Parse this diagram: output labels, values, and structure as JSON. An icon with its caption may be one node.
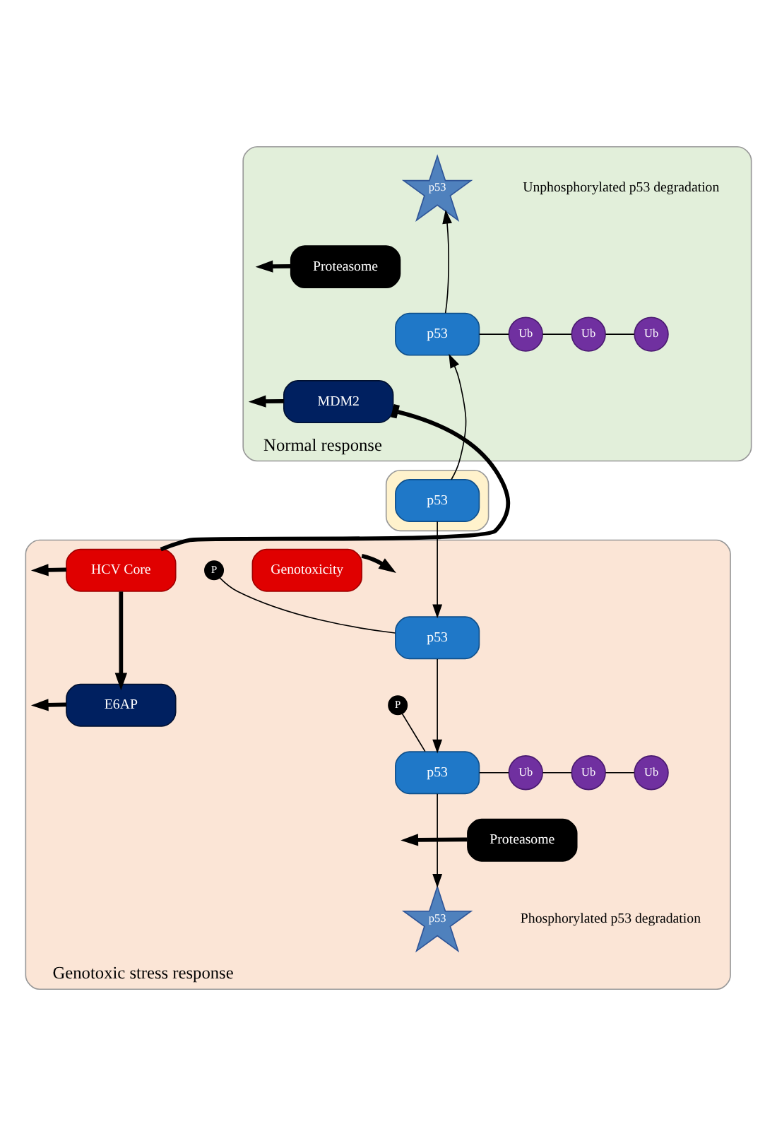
{
  "diagram": {
    "nodes": [
      {
        "text": [
          "Normal response"
        ]
      },
      {
        "text": [
          "p53"
        ],
        "in": 0,
        "beside": [
          "Unphosphorylated p53 degradation"
        ]
      },
      {
        "text": [
          "Proteasome"
        ],
        "in": 0
      },
      {
        "text": [
          "p53"
        ],
        "in": 0
      },
      {
        "text": [
          "Ub"
        ],
        "in": 0
      },
      {
        "text": [
          "Ub"
        ],
        "in": 0
      },
      {
        "text": [
          "Ub"
        ],
        "in": 0
      },
      {
        "text": [
          "MDM2"
        ],
        "in": 0
      },
      {
        "text": [],
        "shape": "band"
      },
      {
        "text": [
          "p53"
        ],
        "in": 8
      },
      {
        "text": [
          "Genotoxic stress response"
        ]
      },
      {
        "text": [
          "Genotoxicity"
        ],
        "in": 10
      },
      {
        "text": [
          "HCV Core"
        ],
        "in": 10
      },
      {
        "text": [
          "P"
        ],
        "in": 10
      },
      {
        "text": [
          "p53"
        ],
        "in": 10
      },
      {
        "text": [
          "E6AP"
        ],
        "in": 10
      },
      {
        "text": [
          "P"
        ],
        "in": 10
      },
      {
        "text": [
          "p53"
        ],
        "in": 10
      },
      {
        "text": [
          "Ub"
        ],
        "in": 10
      },
      {
        "text": [
          "Ub"
        ],
        "in": 10
      },
      {
        "text": [
          "Ub"
        ],
        "in": 10
      },
      {
        "text": [
          "Proteasome"
        ],
        "in": 10
      },
      {
        "text": [
          "p53"
        ],
        "in": 10,
        "beside": [
          "Phosphorylated p53 degradation"
        ]
      }
    ],
    "edges": [
      {
        "from": 3,
        "to": 1,
        "arrow": "to"
      },
      {
        "from": 2,
        "to": null,
        "arrow": "to",
        "style": "thick"
      },
      {
        "from": 3,
        "to": 4,
        "arrow": "none"
      },
      {
        "from": 4,
        "to": 5,
        "arrow": "none"
      },
      {
        "from": 5,
        "to": 6,
        "arrow": "none"
      },
      {
        "from": 9,
        "to": 3,
        "arrow": "to"
      },
      {
        "from": 7,
        "to": null,
        "arrow": "to",
        "style": "thick"
      },
      {
        "from": 12,
        "to": 7,
        "arrow": "other",
        "style": "thick"
      },
      {
        "from": 9,
        "to": 14,
        "arrow": "to"
      },
      {
        "from": 11,
        "to": null,
        "arrow": "to",
        "style": "thick"
      },
      {
        "from": 12,
        "to": null,
        "arrow": "to",
        "style": "thick"
      },
      {
        "from": 13,
        "to": 14,
        "arrow": "none"
      },
      {
        "from": 12,
        "to": 15,
        "arrow": "to",
        "style": "thick"
      },
      {
        "from": 14,
        "to": 17,
        "arrow": "to"
      },
      {
        "from": 15,
        "to": null,
        "arrow": "to",
        "style": "thick"
      },
      {
        "from": 16,
        "to": 17,
        "arrow": "none"
      },
      {
        "from": 17,
        "to": 18,
        "arrow": "none"
      },
      {
        "from": 18,
        "to": 19,
        "arrow": "none"
      },
      {
        "from": 19,
        "to": 20,
        "arrow": "none"
      },
      {
        "from": 17,
        "to": 22,
        "arrow": "to"
      },
      {
        "from": 21,
        "to": null,
        "arrow": "to",
        "style": "thick"
      }
    ]
  }
}
